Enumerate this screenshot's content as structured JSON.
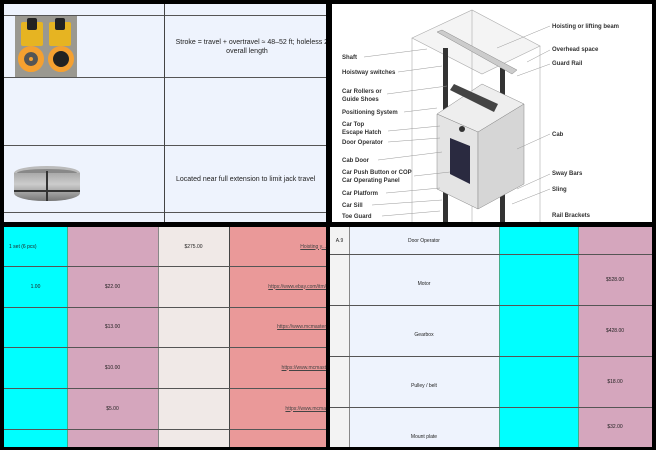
{
  "top_left": {
    "rows": [
      {
        "image": "hydraulic-jack-photo",
        "text": "Stroke = travel + overtravel ≈ 48–52 ft; holeless 2-",
        "text2": "overall length"
      },
      {
        "image": "",
        "text": ""
      },
      {
        "image": "stop-ring-photo",
        "text": "Located near full extension to limit jack travel"
      }
    ]
  },
  "top_right": {
    "labels_left": [
      "Shaft",
      "Hoistway switches",
      "Car Rollers or",
      "Guide Shoes",
      "Positioning System",
      "Car Top",
      "Escape Hatch",
      "Door Operator",
      "Cab Door",
      "Car Push Button or COP",
      "Car Operating Panel",
      "Car Platform",
      "Car Sill",
      "Toe Guard"
    ],
    "labels_right": [
      "Hoisting or lifting beam",
      "Overhead space",
      "Guard Rail",
      "Cab",
      "Sway Bars",
      "Sling",
      "Rail Brackets"
    ]
  },
  "bottom_left": {
    "colors": {
      "qty": "#00ffff",
      "price": "#d5a6bd",
      "total": "#f0e9e7",
      "link": "#ea9999"
    },
    "rows": [
      {
        "qty": "1 set (6 pcs)",
        "price": "",
        "total": "$275.00",
        "link": "Hoisting y..."
      },
      {
        "qty": "1.00",
        "price": "$22.00",
        "total": "",
        "link": "https://www.ebay.com/itm/"
      },
      {
        "qty": "",
        "price": "$13.00",
        "total": "",
        "link": "https://www.mcmaster"
      },
      {
        "qty": "",
        "price": "$10.00",
        "total": "",
        "link": "https://www.mcmast"
      },
      {
        "qty": "",
        "price": "$5.00",
        "total": "",
        "link": "https://www.mcma"
      },
      {
        "qty": "",
        "price": "",
        "total": "",
        "link": ""
      }
    ]
  },
  "bottom_right": {
    "colors": {
      "id": "#f3f3f3",
      "name": "#eef3fd",
      "qty": "#00ffff",
      "price": "#d5a6bd"
    },
    "rows": [
      {
        "id": "A.9",
        "name": "Door Operator",
        "price": ""
      },
      {
        "id": "",
        "name": "Motor",
        "price": "$528.00"
      },
      {
        "id": "",
        "name": "Gearbox",
        "price": "$428.00"
      },
      {
        "id": "",
        "name": "Pulley / belt",
        "price": "$18.00"
      },
      {
        "id": "",
        "name": "Mount plate",
        "price": "$32.00"
      }
    ]
  }
}
